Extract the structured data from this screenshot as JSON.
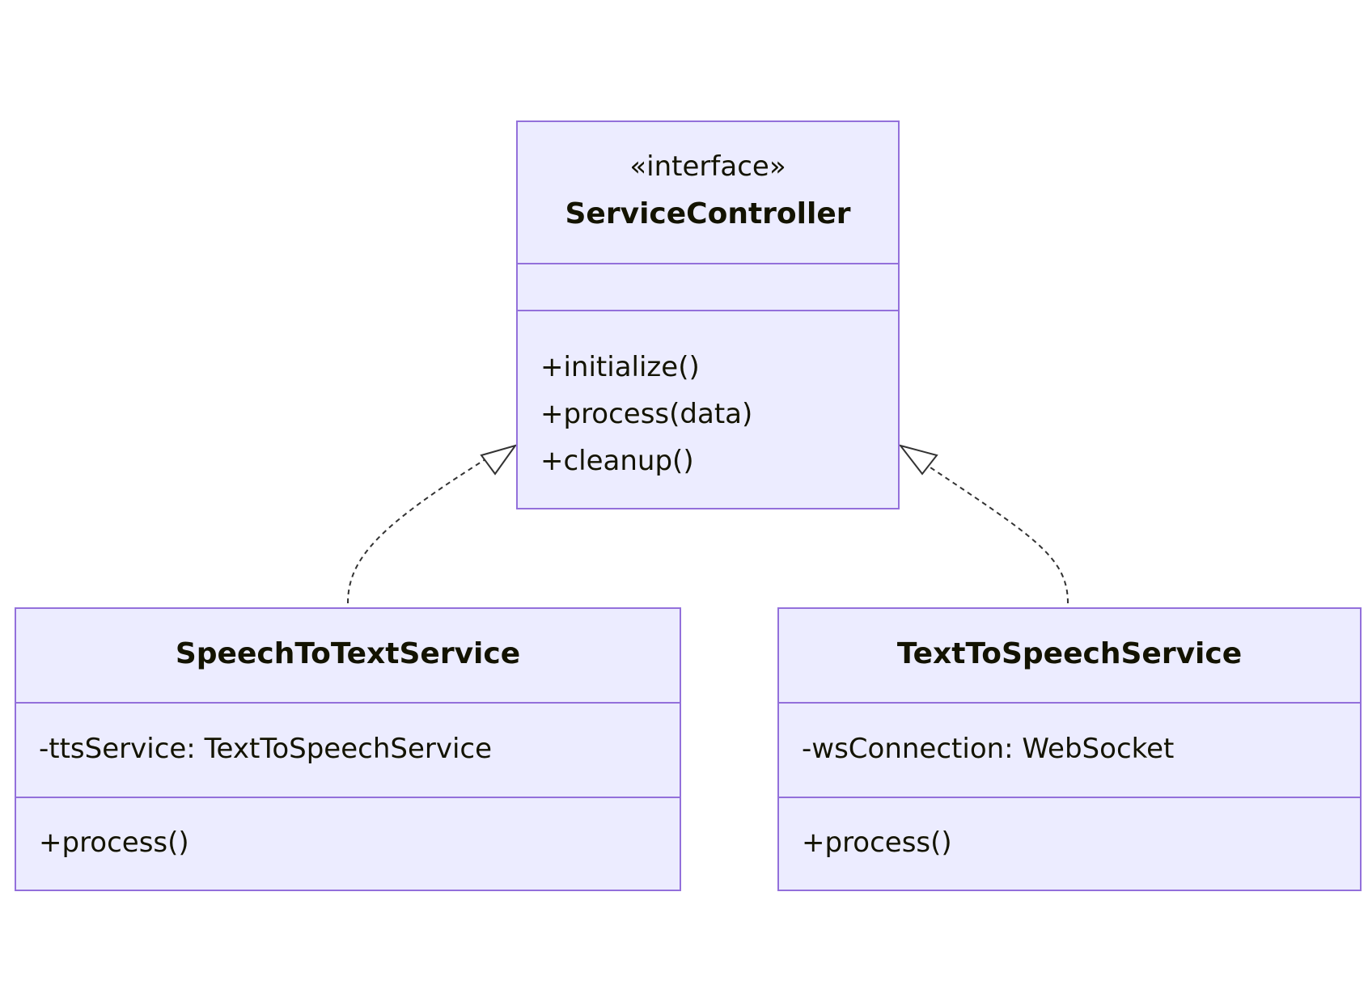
{
  "colors": {
    "box_fill": "#ECECFF",
    "box_border": "#9370DB",
    "text": "#131300",
    "edge": "#333333"
  },
  "classes": {
    "service_controller": {
      "stereotype": "«interface»",
      "name": "ServiceController",
      "attributes": [],
      "methods": [
        "+initialize()",
        "+process(data)",
        "+cleanup()"
      ]
    },
    "speech_to_text": {
      "name": "SpeechToTextService",
      "attributes": [
        "-ttsService: TextToSpeechService"
      ],
      "methods": [
        "+process()"
      ]
    },
    "text_to_speech": {
      "name": "TextToSpeechService",
      "attributes": [
        "-wsConnection: WebSocket"
      ],
      "methods": [
        "+process()"
      ]
    }
  },
  "relations": [
    {
      "from": "SpeechToTextService",
      "to": "ServiceController",
      "type": "realization"
    },
    {
      "from": "TextToSpeechService",
      "to": "ServiceController",
      "type": "realization"
    }
  ]
}
